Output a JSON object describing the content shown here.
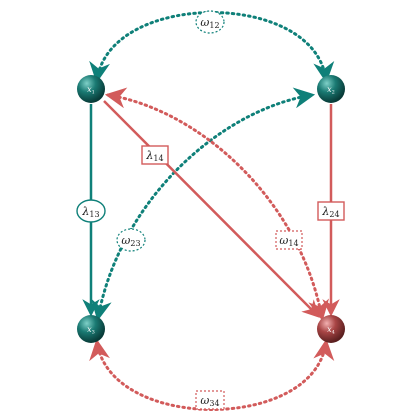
{
  "colors": {
    "teal": "#0f8079",
    "red": "#d25b5b",
    "node_teal_dark": "#0b4a46",
    "node_red_dark": "#7a2b2b",
    "background": "#ffffff"
  },
  "nodes": {
    "x1": {
      "letter": "x",
      "sub": "1",
      "color": "teal"
    },
    "x2": {
      "letter": "x",
      "sub": "2",
      "color": "teal"
    },
    "x3": {
      "letter": "x",
      "sub": "3",
      "color": "teal"
    },
    "x4": {
      "letter": "x",
      "sub": "4",
      "color": "red"
    }
  },
  "edges": {
    "lambda14": {
      "symbol": "λ",
      "sub": "14",
      "style": "solid",
      "color": "red",
      "box": "rect"
    },
    "lambda13": {
      "symbol": "λ",
      "sub": "13",
      "style": "solid",
      "color": "teal",
      "box": "ellipse"
    },
    "lambda24": {
      "symbol": "λ",
      "sub": "24",
      "style": "solid",
      "color": "red",
      "box": "rect"
    },
    "omega12": {
      "symbol": "ω",
      "sub": "12",
      "style": "dotted",
      "color": "teal",
      "box": "dashed-ellipse"
    },
    "omega23": {
      "symbol": "ω",
      "sub": "23",
      "style": "dotted",
      "color": "teal",
      "box": "dashed-ellipse"
    },
    "omega14": {
      "symbol": "ω",
      "sub": "14",
      "style": "dotted",
      "color": "red",
      "box": "dashed-rect"
    },
    "omega34": {
      "symbol": "ω",
      "sub": "34",
      "style": "dotted",
      "color": "red",
      "box": "dashed-rect"
    }
  }
}
